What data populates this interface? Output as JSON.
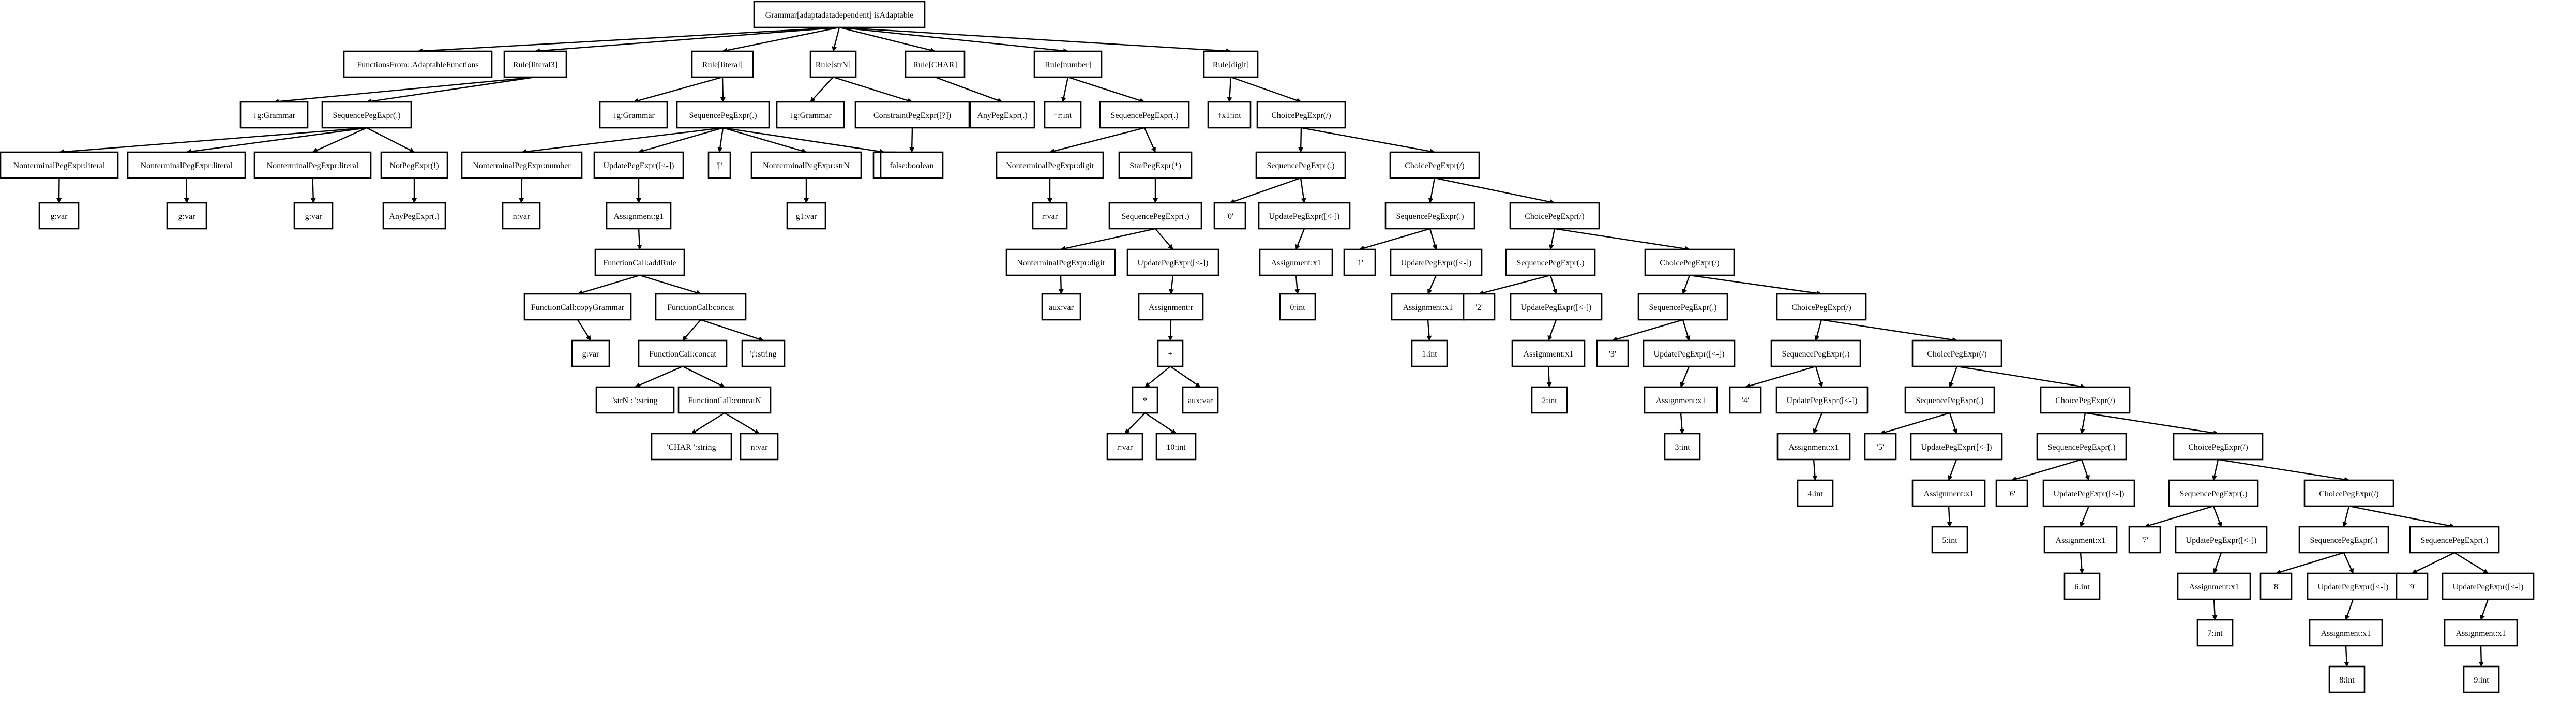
{
  "diagram": {
    "nodes": [
      {
        "id": "n0",
        "label": "Grammar[adaptadatadependent] isAdaptable"
      },
      {
        "id": "n1",
        "label": "FunctionsFrom::AdaptableFunctions",
        "parent": "n0"
      },
      {
        "id": "n2",
        "label": "Rule[literal3]",
        "parent": "n0"
      },
      {
        "id": "n3",
        "label": "Rule[literal]",
        "parent": "n0"
      },
      {
        "id": "n4",
        "label": "Rule[strN]",
        "parent": "n0"
      },
      {
        "id": "n5",
        "label": "Rule[CHAR]",
        "parent": "n0"
      },
      {
        "id": "n6",
        "label": "Rule[number]",
        "parent": "n0"
      },
      {
        "id": "n7",
        "label": "Rule[digit]",
        "parent": "n0"
      },
      {
        "id": "n8",
        "label": "↓g:Grammar",
        "parent": "n2"
      },
      {
        "id": "n9",
        "label": "SequencePegExpr(.)",
        "parent": "n2"
      },
      {
        "id": "n10",
        "label": "NonterminalPegExpr:literal",
        "parent": "n9"
      },
      {
        "id": "n11",
        "label": "NonterminalPegExpr:literal",
        "parent": "n9"
      },
      {
        "id": "n12",
        "label": "NonterminalPegExpr:literal",
        "parent": "n9"
      },
      {
        "id": "n13",
        "label": "NotPegExpr(!)",
        "parent": "n9"
      },
      {
        "id": "n14",
        "label": "g:var",
        "parent": "n10"
      },
      {
        "id": "n15",
        "label": "g:var",
        "parent": "n11"
      },
      {
        "id": "n16",
        "label": "g:var",
        "parent": "n12"
      },
      {
        "id": "n17",
        "label": "AnyPegExpr(.)",
        "parent": "n13"
      },
      {
        "id": "n18",
        "label": "↓g:Grammar",
        "parent": "n3"
      },
      {
        "id": "n19",
        "label": "SequencePegExpr(.)",
        "parent": "n3"
      },
      {
        "id": "n20",
        "label": "NonterminalPegExpr:number",
        "parent": "n19"
      },
      {
        "id": "n21",
        "label": "UpdatePegExpr([<-])",
        "parent": "n19"
      },
      {
        "id": "n22",
        "label": "'['",
        "parent": "n19"
      },
      {
        "id": "n23",
        "label": "NonterminalPegExpr:strN",
        "parent": "n19"
      },
      {
        "id": "n24",
        "label": "']'",
        "parent": "n19"
      },
      {
        "id": "n25",
        "label": "n:var",
        "parent": "n20"
      },
      {
        "id": "n26",
        "label": "Assignment:g1",
        "parent": "n21"
      },
      {
        "id": "n27",
        "label": "g1:var",
        "parent": "n23"
      },
      {
        "id": "n28",
        "label": "FunctionCall:addRule",
        "parent": "n26"
      },
      {
        "id": "n29",
        "label": "FunctionCall:copyGrammar",
        "parent": "n28"
      },
      {
        "id": "n30",
        "label": "FunctionCall:concat",
        "parent": "n28"
      },
      {
        "id": "n31",
        "label": "g:var",
        "parent": "n29"
      },
      {
        "id": "n32",
        "label": "FunctionCall:concat",
        "parent": "n30"
      },
      {
        "id": "n33",
        "label": "';':string",
        "parent": "n30"
      },
      {
        "id": "n34",
        "label": "'strN : ':string",
        "parent": "n32"
      },
      {
        "id": "n35",
        "label": "FunctionCall:concatN",
        "parent": "n32"
      },
      {
        "id": "n36",
        "label": "'CHAR ':string",
        "parent": "n35"
      },
      {
        "id": "n37",
        "label": "n:var",
        "parent": "n35"
      },
      {
        "id": "n38",
        "label": "↓g:Grammar",
        "parent": "n4"
      },
      {
        "id": "n39",
        "label": "ConstraintPegExpr([?])",
        "parent": "n4"
      },
      {
        "id": "n40",
        "label": "false:boolean",
        "parent": "n39"
      },
      {
        "id": "n41",
        "label": "AnyPegExpr(.)",
        "parent": "n5"
      },
      {
        "id": "n42",
        "label": "↑r:int",
        "parent": "n6"
      },
      {
        "id": "n43",
        "label": "SequencePegExpr(.)",
        "parent": "n6"
      },
      {
        "id": "n44",
        "label": "NonterminalPegExpr:digit",
        "parent": "n43"
      },
      {
        "id": "n45",
        "label": "StarPegExpr(*)",
        "parent": "n43"
      },
      {
        "id": "n46",
        "label": "r:var",
        "parent": "n44"
      },
      {
        "id": "n47",
        "label": "SequencePegExpr(.)",
        "parent": "n45"
      },
      {
        "id": "n48",
        "label": "NonterminalPegExpr:digit",
        "parent": "n47"
      },
      {
        "id": "n49",
        "label": "UpdatePegExpr([<-])",
        "parent": "n47"
      },
      {
        "id": "n50",
        "label": "aux:var",
        "parent": "n48"
      },
      {
        "id": "n51",
        "label": "Assignment:r",
        "parent": "n49"
      },
      {
        "id": "n52",
        "label": "+",
        "parent": "n51"
      },
      {
        "id": "n53",
        "label": "*",
        "parent": "n52"
      },
      {
        "id": "n54",
        "label": "aux:var",
        "parent": "n52"
      },
      {
        "id": "n55",
        "label": "r:var",
        "parent": "n53"
      },
      {
        "id": "n56",
        "label": "10:int",
        "parent": "n53"
      },
      {
        "id": "n57",
        "label": "↑x1:int",
        "parent": "n7"
      },
      {
        "id": "c0",
        "label": "ChoicePegExpr(/)",
        "parent": "n7"
      },
      {
        "id": "s0",
        "label": "SequencePegExpr(.)",
        "parent": "c0"
      },
      {
        "id": "t0",
        "label": "'0'",
        "parent": "s0"
      },
      {
        "id": "u0",
        "label": "UpdatePegExpr([<-])",
        "parent": "s0"
      },
      {
        "id": "a0",
        "label": "Assignment:x1",
        "parent": "u0"
      },
      {
        "id": "v0",
        "label": "0:int",
        "parent": "a0"
      },
      {
        "id": "c1",
        "label": "ChoicePegExpr(/)",
        "parent": "c0"
      },
      {
        "id": "s1",
        "label": "SequencePegExpr(.)",
        "parent": "c1"
      },
      {
        "id": "t1",
        "label": "'1'",
        "parent": "s1"
      },
      {
        "id": "u1",
        "label": "UpdatePegExpr([<-])",
        "parent": "s1"
      },
      {
        "id": "a1",
        "label": "Assignment:x1",
        "parent": "u1"
      },
      {
        "id": "v1",
        "label": "1:int",
        "parent": "a1"
      },
      {
        "id": "c2",
        "label": "ChoicePegExpr(/)",
        "parent": "c1"
      },
      {
        "id": "s2",
        "label": "SequencePegExpr(.)",
        "parent": "c2"
      },
      {
        "id": "t2",
        "label": "'2'",
        "parent": "s2"
      },
      {
        "id": "u2",
        "label": "UpdatePegExpr([<-])",
        "parent": "s2"
      },
      {
        "id": "a2",
        "label": "Assignment:x1",
        "parent": "u2"
      },
      {
        "id": "v2",
        "label": "2:int",
        "parent": "a2"
      },
      {
        "id": "c3",
        "label": "ChoicePegExpr(/)",
        "parent": "c2"
      },
      {
        "id": "s3",
        "label": "SequencePegExpr(.)",
        "parent": "c3"
      },
      {
        "id": "t3",
        "label": "'3'",
        "parent": "s3"
      },
      {
        "id": "u3",
        "label": "UpdatePegExpr([<-])",
        "parent": "s3"
      },
      {
        "id": "a3",
        "label": "Assignment:x1",
        "parent": "u3"
      },
      {
        "id": "v3",
        "label": "3:int",
        "parent": "a3"
      },
      {
        "id": "c4",
        "label": "ChoicePegExpr(/)",
        "parent": "c3"
      },
      {
        "id": "s4",
        "label": "SequencePegExpr(.)",
        "parent": "c4"
      },
      {
        "id": "t4",
        "label": "'4'",
        "parent": "s4"
      },
      {
        "id": "u4",
        "label": "UpdatePegExpr([<-])",
        "parent": "s4"
      },
      {
        "id": "a4",
        "label": "Assignment:x1",
        "parent": "u4"
      },
      {
        "id": "v4",
        "label": "4:int",
        "parent": "a4"
      },
      {
        "id": "c5",
        "label": "ChoicePegExpr(/)",
        "parent": "c4"
      },
      {
        "id": "s5",
        "label": "SequencePegExpr(.)",
        "parent": "c5"
      },
      {
        "id": "t5",
        "label": "'5'",
        "parent": "s5"
      },
      {
        "id": "u5",
        "label": "UpdatePegExpr([<-])",
        "parent": "s5"
      },
      {
        "id": "a5",
        "label": "Assignment:x1",
        "parent": "u5"
      },
      {
        "id": "v5",
        "label": "5:int",
        "parent": "a5"
      },
      {
        "id": "c6",
        "label": "ChoicePegExpr(/)",
        "parent": "c5"
      },
      {
        "id": "s6",
        "label": "SequencePegExpr(.)",
        "parent": "c6"
      },
      {
        "id": "t6",
        "label": "'6'",
        "parent": "s6"
      },
      {
        "id": "u6",
        "label": "UpdatePegExpr([<-])",
        "parent": "s6"
      },
      {
        "id": "a6",
        "label": "Assignment:x1",
        "parent": "u6"
      },
      {
        "id": "v6",
        "label": "6:int",
        "parent": "a6"
      },
      {
        "id": "c7",
        "label": "ChoicePegExpr(/)",
        "parent": "c6"
      },
      {
        "id": "s7",
        "label": "SequencePegExpr(.)",
        "parent": "c7"
      },
      {
        "id": "t7",
        "label": "'7'",
        "parent": "s7"
      },
      {
        "id": "u7",
        "label": "UpdatePegExpr([<-])",
        "parent": "s7"
      },
      {
        "id": "a7",
        "label": "Assignment:x1",
        "parent": "u7"
      },
      {
        "id": "v7",
        "label": "7:int",
        "parent": "a7"
      },
      {
        "id": "c8",
        "label": "ChoicePegExpr(/)",
        "parent": "c7"
      },
      {
        "id": "s8",
        "label": "SequencePegExpr(.)",
        "parent": "c8"
      },
      {
        "id": "t8",
        "label": "'8'",
        "parent": "s8"
      },
      {
        "id": "u8",
        "label": "UpdatePegExpr([<-])",
        "parent": "s8"
      },
      {
        "id": "a8",
        "label": "Assignment:x1",
        "parent": "u8"
      },
      {
        "id": "v8",
        "label": "8:int",
        "parent": "a8"
      },
      {
        "id": "s9",
        "label": "SequencePegExpr(.)",
        "parent": "c8"
      },
      {
        "id": "t9",
        "label": "'9'",
        "parent": "s9"
      },
      {
        "id": "u9",
        "label": "UpdatePegExpr([<-])",
        "parent": "s9"
      },
      {
        "id": "a9",
        "label": "Assignment:x1",
        "parent": "u9"
      },
      {
        "id": "v9",
        "label": "9:int",
        "parent": "a9"
      }
    ]
  }
}
